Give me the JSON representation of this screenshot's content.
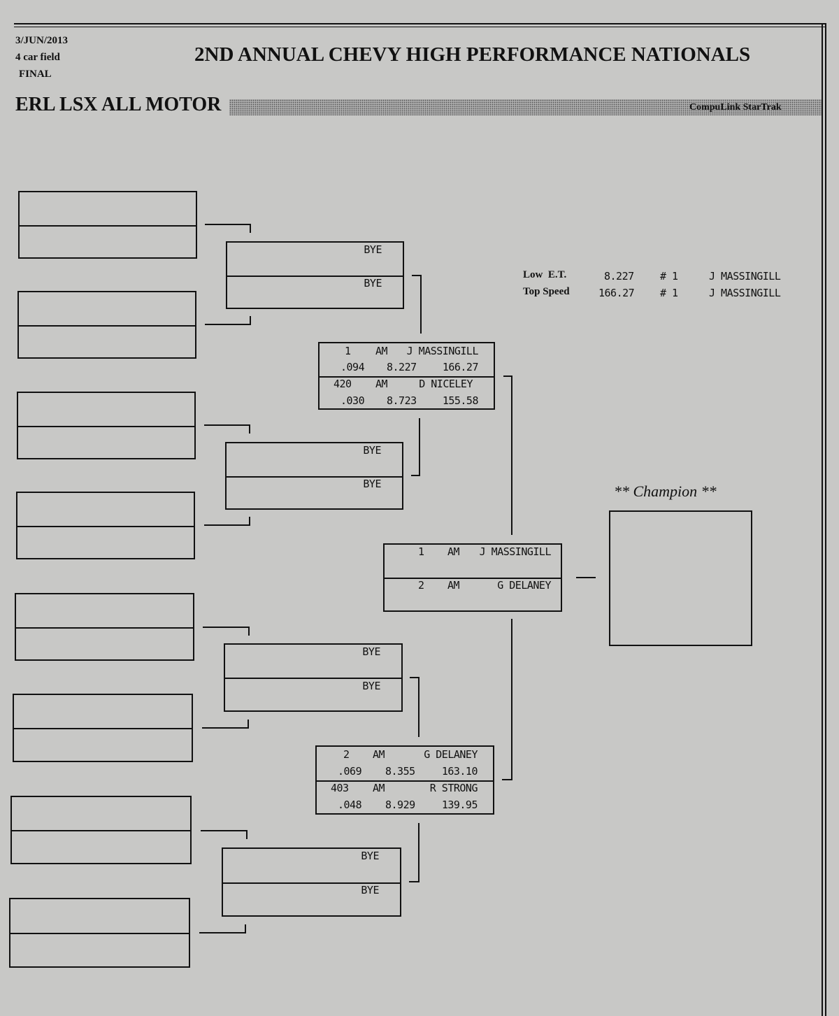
{
  "header": {
    "date": "3/JUN/2013",
    "field": "4 car field",
    "round": "FINAL",
    "title": "2ND ANNUAL CHEVY HIGH PERFORMANCE NATIONALS",
    "class_name": "ERL LSX ALL MOTOR",
    "software": "CompuLink StarTrak"
  },
  "stats": {
    "low_et": {
      "label": "Low  E.T.",
      "value": "8.227",
      "car": "# 1",
      "driver": "J MASSINGILL"
    },
    "top_speed": {
      "label": "Top Speed",
      "value": "166.27",
      "car": "# 1",
      "driver": "J MASSINGILL"
    }
  },
  "round2": {
    "bye": "BYE"
  },
  "semis": [
    {
      "top": {
        "car": "1",
        "class": "AM",
        "driver": "J MASSINGILL",
        "rt": ".094",
        "et": "8.227",
        "mph": "166.27"
      },
      "bottom": {
        "car": "420",
        "class": "AM",
        "driver": "D NICELEY",
        "rt": ".030",
        "et": "8.723",
        "mph": "155.58"
      }
    },
    {
      "top": {
        "car": "2",
        "class": "AM",
        "driver": "G DELANEY",
        "rt": ".069",
        "et": "8.355",
        "mph": "163.10"
      },
      "bottom": {
        "car": "403",
        "class": "AM",
        "driver": "R STRONG",
        "rt": ".048",
        "et": "8.929",
        "mph": "139.95"
      }
    }
  ],
  "final": {
    "top": {
      "car": "1",
      "class": "AM",
      "driver": "J MASSINGILL"
    },
    "bottom": {
      "car": "2",
      "class": "AM",
      "driver": "G DELANEY"
    }
  },
  "champion": {
    "label": "** Champion **"
  }
}
